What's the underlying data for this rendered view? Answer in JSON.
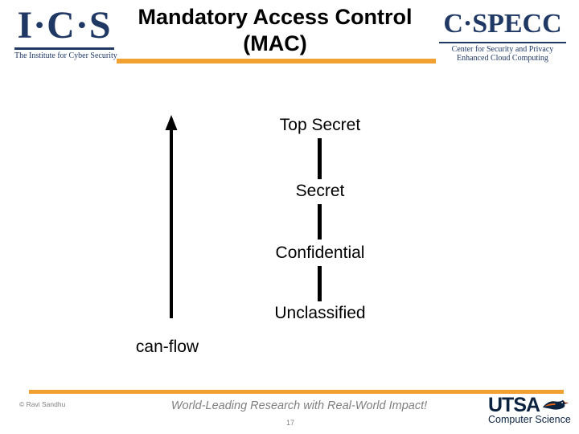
{
  "slide": {
    "title_line1": "Mandatory Access Control",
    "title_line2": "(MAC)"
  },
  "colors": {
    "accent": "#F0A132",
    "navy": "#1F3864",
    "utsa_navy": "#0C2340",
    "gray": "#7F7F7F",
    "ink": "#000000"
  },
  "logos": {
    "ics": {
      "acronym": "I·C·S",
      "tagline": "The Institute for Cyber Security"
    },
    "cspecc": {
      "acronym": "C·SPECC",
      "tagline_line1": "Center for Security and Privacy",
      "tagline_line2": "Enhanced Cloud Computing"
    },
    "utsa": {
      "name": "UTSA",
      "department": "Computer Science"
    }
  },
  "diagram": {
    "type": "hierarchy-lattice",
    "levels": [
      "Top Secret",
      "Secret",
      "Confidential",
      "Unclassified"
    ],
    "arrow_label": "can-flow",
    "arrow_direction": "up"
  },
  "footer": {
    "copyright": "© Ravi Sandhu",
    "tagline": "World-Leading Research with Real-World Impact!",
    "page_number": "17"
  }
}
